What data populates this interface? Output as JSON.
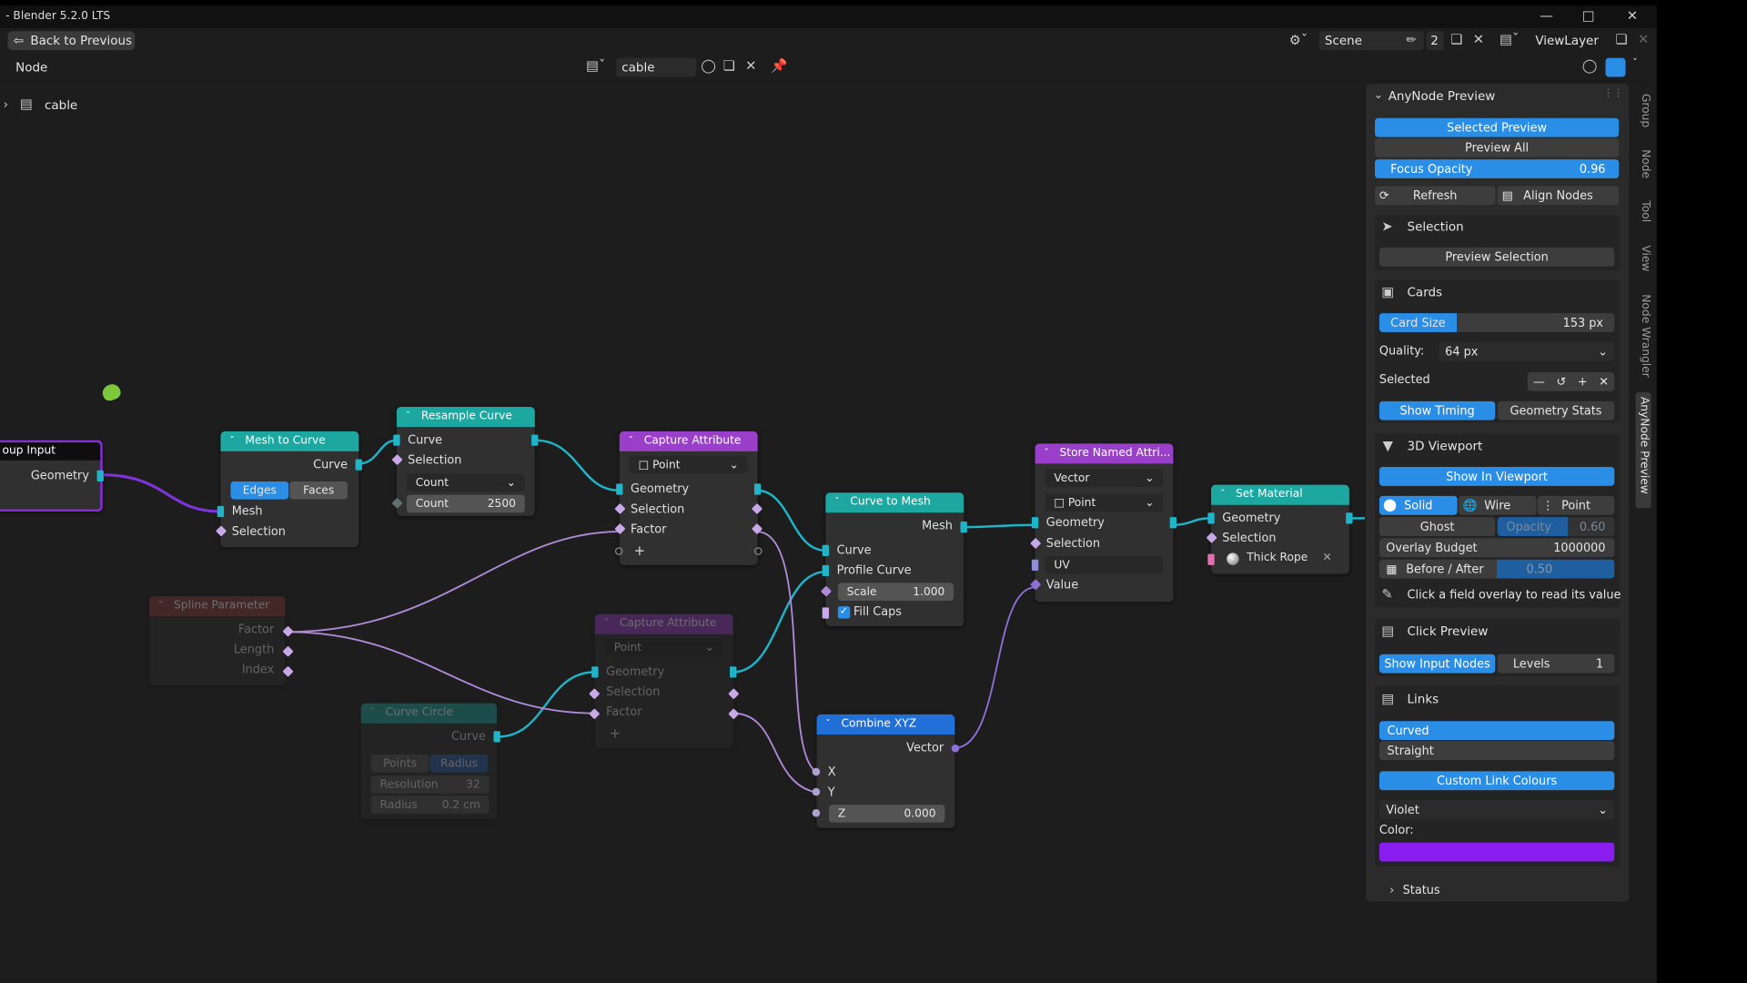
{
  "window": {
    "title": "- Blender 5.2.0 LTS",
    "minimize_icon": "minimize-icon",
    "maximize_icon": "maximize-icon",
    "close_icon": "close-icon"
  },
  "header": {
    "back_label": "Back to Previous",
    "scene_label": "Scene",
    "scene_users": "2",
    "viewlayer_label": "ViewLayer"
  },
  "nodebar": {
    "menu": "Node",
    "tree_name": "cable"
  },
  "breadcrumb": {
    "name": "cable"
  },
  "nodes": {
    "group_input": {
      "title": "oup Input",
      "out": "Geometry"
    },
    "mesh_to_curve": {
      "title": "Mesh to Curve",
      "out": "Curve",
      "mode_a": "Edges",
      "mode_b": "Faces",
      "in1": "Mesh",
      "in2": "Selection"
    },
    "resample_curve": {
      "title": "Resample Curve",
      "out": "Curve",
      "in1": "Curve",
      "in2": "Selection",
      "mode": "Count",
      "count_label": "Count",
      "count_value": "2500"
    },
    "capture_attribute": {
      "title": "Capture Attribute",
      "domain": "Point",
      "in1": "Geometry",
      "in2": "Selection",
      "in3": "Factor",
      "add": "+"
    },
    "spline_parameter": {
      "title": "Spline Parameter",
      "o1": "Factor",
      "o2": "Length",
      "o3": "Index"
    },
    "capture_attribute_2": {
      "title": "Capture Attribute",
      "domain": "Point",
      "in1": "Geometry",
      "in2": "Selection",
      "in3": "Factor",
      "add": "+"
    },
    "curve_circle": {
      "title": "Curve Circle",
      "out": "Curve",
      "mode_a": "Points",
      "mode_b": "Radius",
      "res_label": "Resolution",
      "res_value": "32",
      "rad_label": "Radius",
      "rad_value": "0.2 cm"
    },
    "curve_to_mesh": {
      "title": "Curve to Mesh",
      "out": "Mesh",
      "in1": "Curve",
      "in2": "Profile Curve",
      "scale_label": "Scale",
      "scale_value": "1.000",
      "fill_caps": "Fill Caps"
    },
    "combine_xyz": {
      "title": "Combine XYZ",
      "out": "Vector",
      "x": "X",
      "y": "Y",
      "z_label": "Z",
      "z_value": "0.000"
    },
    "store_named": {
      "title": "Store Named Attri...",
      "type": "Vector",
      "domain": "Point",
      "in1": "Geometry",
      "in2": "Selection",
      "name": "UV",
      "in3": "Value"
    },
    "set_material": {
      "title": "Set Material",
      "in1": "Geometry",
      "in2": "Selection",
      "material": "Thick Rope"
    }
  },
  "panel": {
    "title": "AnyNode Preview",
    "selected_preview": "Selected Preview",
    "preview_all": "Preview All",
    "focus_opacity_label": "Focus Opacity",
    "focus_opacity_value": "0.96",
    "refresh": "Refresh",
    "align_nodes": "Align Nodes",
    "selection_header": "Selection",
    "preview_selection": "Preview Selection",
    "cards_header": "Cards",
    "card_size_label": "Card Size",
    "card_size_value": "153 px",
    "quality_label": "Quality:",
    "quality_value": "64 px",
    "selected_label": "Selected",
    "show_timing": "Show Timing",
    "geometry_stats": "Geometry Stats",
    "viewport_header": "3D Viewport",
    "show_in_viewport": "Show In Viewport",
    "solid": "Solid",
    "wire": "Wire",
    "point": "Point",
    "ghost": "Ghost",
    "opacity_label": "Opacity",
    "opacity_value": "0.60",
    "overlay_budget_label": "Overlay Budget",
    "overlay_budget_value": "1000000",
    "before_after_label": "Before / After",
    "before_after_value": "0.50",
    "click_field_hint": "Click a field overlay to read its value",
    "click_preview_header": "Click Preview",
    "show_input_nodes": "Show Input Nodes",
    "levels_label": "Levels",
    "levels_value": "1",
    "links_header": "Links",
    "curved": "Curved",
    "straight": "Straight",
    "custom_link_colours": "Custom Link Colours",
    "colour_choice": "Violet",
    "color_label": "Color:",
    "color_swatch": "#8a1ef0",
    "status": "Status"
  },
  "sidetabs": [
    "Group",
    "Node",
    "Tool",
    "View",
    "Node Wrangler",
    "AnyNode Preview"
  ],
  "colors": {
    "accent": "#2a8ee6",
    "teal_header": "#1ca7a0",
    "purple_header": "#9a3fc9",
    "blue_header": "#2170d8",
    "link_geometry": "#1fb4c8",
    "link_field": "#b08ad8",
    "link_selected": "#8a2be2"
  }
}
